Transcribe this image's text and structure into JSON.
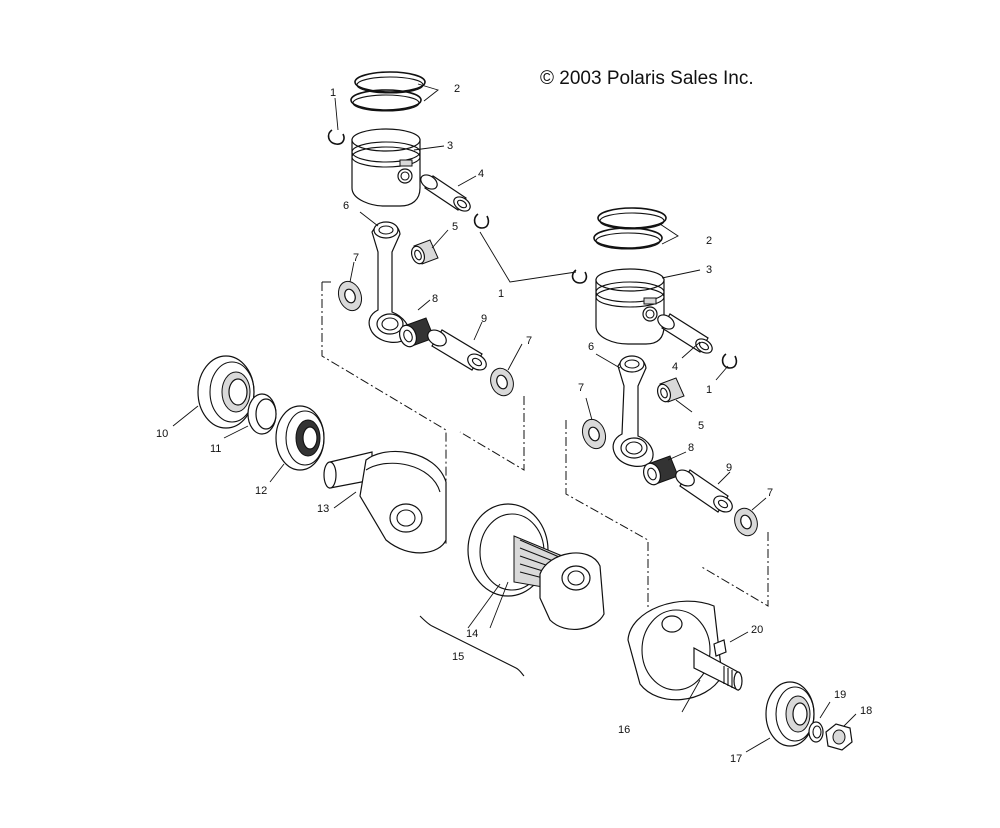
{
  "copyright": "© 2003 Polaris Sales Inc.",
  "callouts": [
    {
      "key": "c2a",
      "text": "2"
    },
    {
      "key": "c1a",
      "text": "1"
    },
    {
      "key": "c3a",
      "text": "3"
    },
    {
      "key": "c4a",
      "text": "4"
    },
    {
      "key": "c6a",
      "text": "6"
    },
    {
      "key": "c5a",
      "text": "5"
    },
    {
      "key": "c7a",
      "text": "7"
    },
    {
      "key": "c8a",
      "text": "8"
    },
    {
      "key": "c9a",
      "text": "9"
    },
    {
      "key": "c7b",
      "text": "7"
    },
    {
      "key": "c10",
      "text": "10"
    },
    {
      "key": "c11",
      "text": "11"
    },
    {
      "key": "c12",
      "text": "12"
    },
    {
      "key": "c13",
      "text": "13"
    },
    {
      "key": "c2b",
      "text": "2"
    },
    {
      "key": "c3b",
      "text": "3"
    },
    {
      "key": "c1b",
      "text": "1"
    },
    {
      "key": "c6b",
      "text": "6"
    },
    {
      "key": "c4b",
      "text": "4"
    },
    {
      "key": "c1c",
      "text": "1"
    },
    {
      "key": "c7c",
      "text": "7"
    },
    {
      "key": "c5b",
      "text": "5"
    },
    {
      "key": "c8b",
      "text": "8"
    },
    {
      "key": "c9b",
      "text": "9"
    },
    {
      "key": "c7d",
      "text": "7"
    },
    {
      "key": "c14",
      "text": "14"
    },
    {
      "key": "c15",
      "text": "15"
    },
    {
      "key": "c20",
      "text": "20"
    },
    {
      "key": "c16",
      "text": "16"
    },
    {
      "key": "c19",
      "text": "19"
    },
    {
      "key": "c18",
      "text": "18"
    },
    {
      "key": "c17",
      "text": "17"
    }
  ]
}
